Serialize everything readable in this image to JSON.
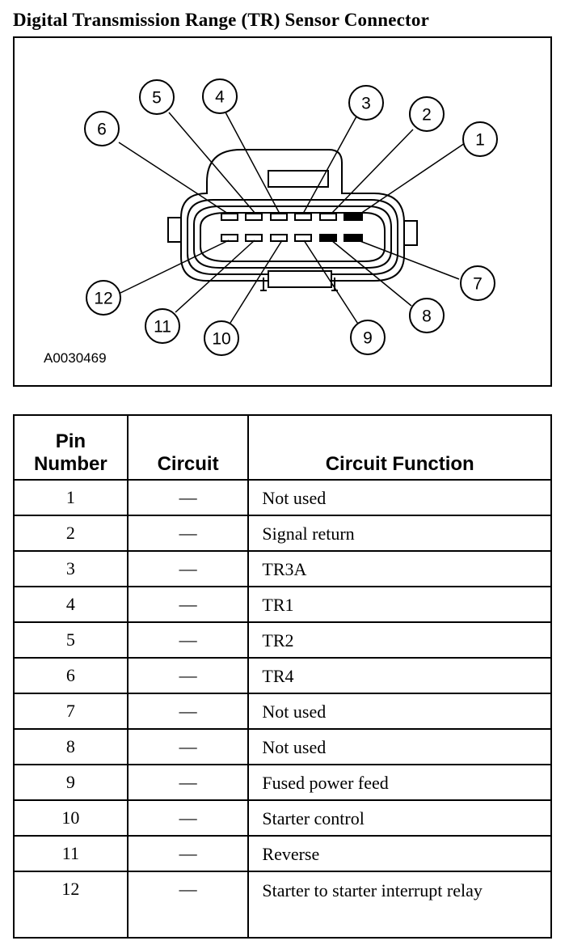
{
  "title": "Digital Transmission Range (TR) Sensor Connector",
  "figure_id": "A0030469",
  "callouts": [
    "1",
    "2",
    "3",
    "4",
    "5",
    "6",
    "7",
    "8",
    "9",
    "10",
    "11",
    "12"
  ],
  "table": {
    "headers": {
      "pin": "Pin Number",
      "circuit": "Circuit",
      "function": "Circuit Function"
    },
    "rows": [
      {
        "pin": "1",
        "circuit": "—",
        "function": "Not used"
      },
      {
        "pin": "2",
        "circuit": "—",
        "function": "Signal return"
      },
      {
        "pin": "3",
        "circuit": "—",
        "function": "TR3A"
      },
      {
        "pin": "4",
        "circuit": "—",
        "function": "TR1"
      },
      {
        "pin": "5",
        "circuit": "—",
        "function": "TR2"
      },
      {
        "pin": "6",
        "circuit": "—",
        "function": "TR4"
      },
      {
        "pin": "7",
        "circuit": "—",
        "function": "Not used"
      },
      {
        "pin": "8",
        "circuit": "—",
        "function": "Not used"
      },
      {
        "pin": "9",
        "circuit": "—",
        "function": "Fused power feed"
      },
      {
        "pin": "10",
        "circuit": "—",
        "function": "Starter control"
      },
      {
        "pin": "11",
        "circuit": "—",
        "function": "Reverse"
      },
      {
        "pin": "12",
        "circuit": "—",
        "function": "Starter to starter interrupt relay"
      }
    ]
  }
}
